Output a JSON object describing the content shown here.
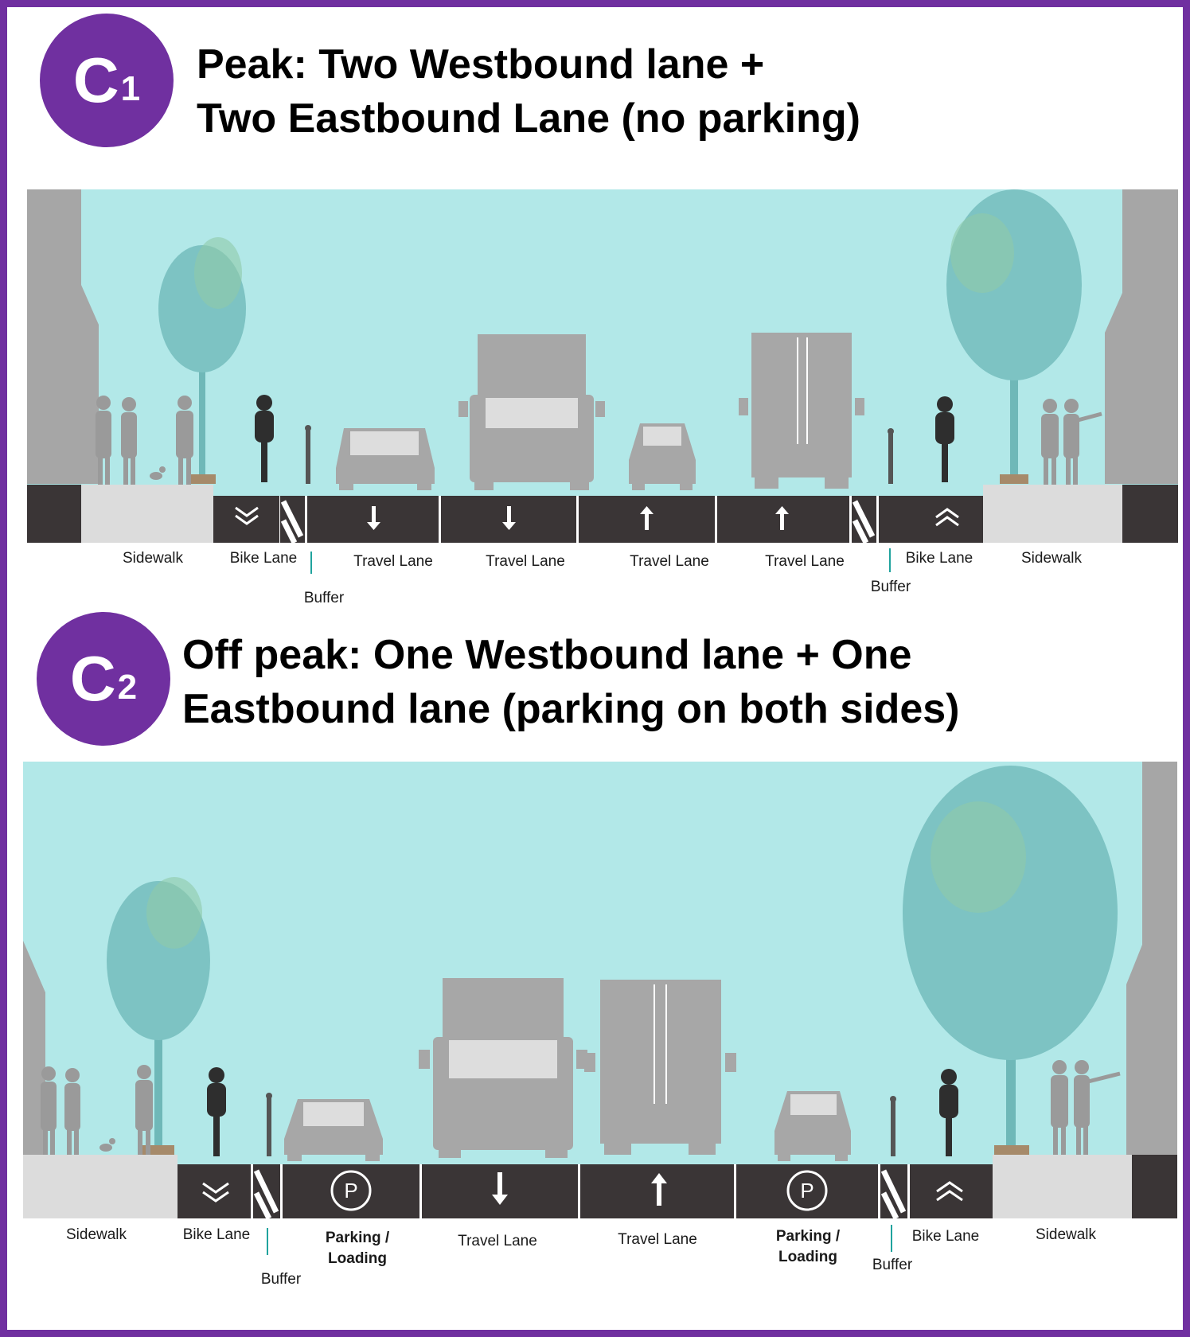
{
  "colors": {
    "border": "#7030a0",
    "badge": "#7030a0",
    "sky": "#b2e8e8",
    "road": "#3a3536",
    "sidewalk": "#dcdcdc",
    "building": "#a6a6a6",
    "vehicle": "#a7a7a7",
    "tree": "#7dc3c3",
    "buffer_tick": "#20a39e"
  },
  "sections": [
    {
      "id": "C1",
      "badge_letter": "C",
      "badge_sub": "1",
      "title_line1": "Peak: Two Westbound lane +",
      "title_line2": "Two Eastbound Lane (no parking)",
      "labels": {
        "sidewalk_left": "Sidewalk",
        "bike_left": "Bike Lane",
        "buffer_left": "Buffer",
        "travel_1": "Travel Lane",
        "travel_2": "Travel Lane",
        "travel_3": "Travel Lane",
        "travel_4": "Travel Lane",
        "buffer_right": "Buffer",
        "bike_right": "Bike Lane",
        "sidewalk_right": "Sidewalk"
      }
    },
    {
      "id": "C2",
      "badge_letter": "C",
      "badge_sub": "2",
      "title_line1": "Off peak: One Westbound lane + One",
      "title_line2": "Eastbound lane (parking on both sides)",
      "labels": {
        "sidewalk_left": "Sidewalk",
        "bike_left": "Bike Lane",
        "buffer_left": "Buffer",
        "parking_left_1": "Parking /",
        "parking_left_2": "Loading",
        "travel_1": "Travel Lane",
        "travel_2": "Travel Lane",
        "parking_right_1": "Parking /",
        "parking_right_2": "Loading",
        "buffer_right": "Buffer",
        "bike_right": "Bike Lane",
        "sidewalk_right": "Sidewalk"
      }
    }
  ],
  "icons": {
    "parking_glyph": "P",
    "down_arrow": "down-arrow-icon",
    "up_arrow": "up-arrow-icon",
    "bike_chevron_down": "chevron-down-icon",
    "bike_chevron_up": "chevron-up-icon"
  }
}
